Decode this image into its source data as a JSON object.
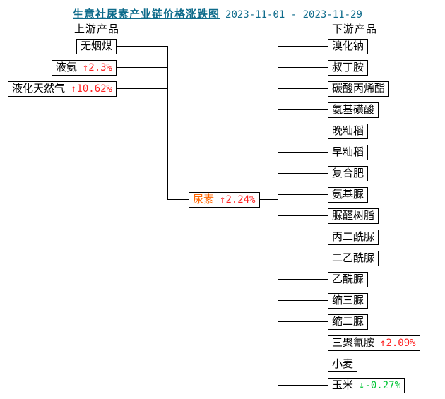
{
  "header": {
    "title": "生意社尿素产业链价格涨跌图",
    "date_range": "2023-11-01 - 2023-11-29",
    "upstream_label": "上游产品",
    "downstream_label": "下游产品"
  },
  "colors": {
    "title_text": "#0e6b8b",
    "up_change": "#ff2222",
    "down_change": "#00c435",
    "center_name": "#ff6600",
    "box_border": "#000000"
  },
  "center": {
    "name": "尿素",
    "change": "↑2.24%",
    "direction": "up"
  },
  "upstream": {
    "items": [
      {
        "name": "无烟煤",
        "change": "",
        "direction": ""
      },
      {
        "name": "液氨",
        "change": "↑2.3%",
        "direction": "up"
      },
      {
        "name": "液化天然气",
        "change": "↑10.62%",
        "direction": "up"
      }
    ]
  },
  "downstream": {
    "items": [
      {
        "name": "溴化钠",
        "change": "",
        "direction": ""
      },
      {
        "name": "叔丁胺",
        "change": "",
        "direction": ""
      },
      {
        "name": "碳酸丙烯酯",
        "change": "",
        "direction": ""
      },
      {
        "name": "氨基磺酸",
        "change": "",
        "direction": ""
      },
      {
        "name": "晚籼稻",
        "change": "",
        "direction": ""
      },
      {
        "name": "早籼稻",
        "change": "",
        "direction": ""
      },
      {
        "name": "复合肥",
        "change": "",
        "direction": ""
      },
      {
        "name": "氨基脲",
        "change": "",
        "direction": ""
      },
      {
        "name": "脲醛树脂",
        "change": "",
        "direction": ""
      },
      {
        "name": "丙二酰脲",
        "change": "",
        "direction": ""
      },
      {
        "name": "二乙酰脲",
        "change": "",
        "direction": ""
      },
      {
        "name": "乙酰脲",
        "change": "",
        "direction": ""
      },
      {
        "name": "缩三脲",
        "change": "",
        "direction": ""
      },
      {
        "name": "缩二脲",
        "change": "",
        "direction": ""
      },
      {
        "name": "三聚氰胺",
        "change": "↑2.09%",
        "direction": "up"
      },
      {
        "name": "小麦",
        "change": "",
        "direction": ""
      },
      {
        "name": "玉米",
        "change": "↓-0.27%",
        "direction": "down"
      }
    ]
  }
}
